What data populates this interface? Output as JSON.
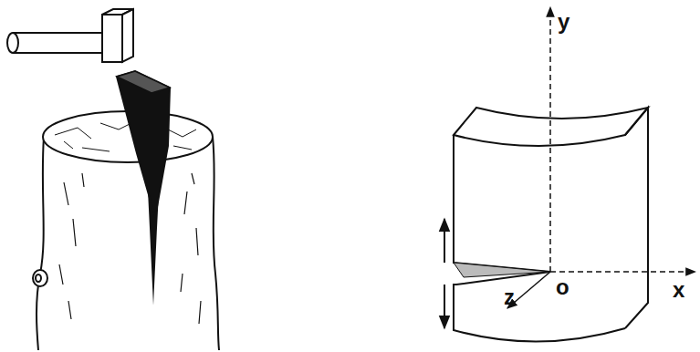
{
  "diagram": {
    "labels": [
      "y",
      "o",
      "x",
      "z"
    ]
  }
}
